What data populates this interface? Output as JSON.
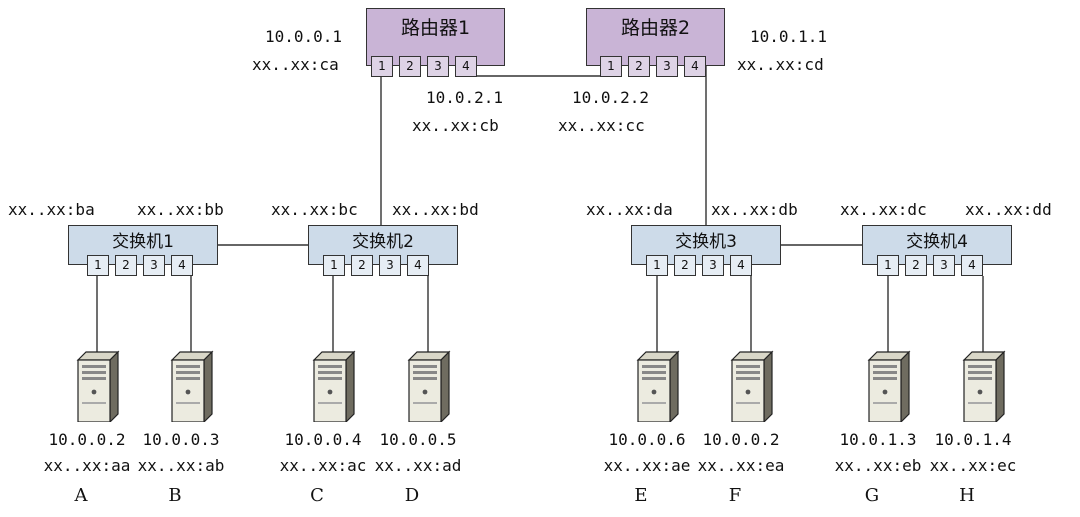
{
  "routers": [
    {
      "name": "路由器1",
      "ports": [
        "1",
        "2",
        "3",
        "4"
      ],
      "ip": "10.0.0.1",
      "mac": "xx..xx:ca"
    },
    {
      "name": "路由器2",
      "ports": [
        "1",
        "2",
        "3",
        "4"
      ],
      "ip": "10.0.1.1",
      "mac": "xx..xx:cd"
    }
  ],
  "router_link": [
    {
      "ip": "10.0.2.1",
      "mac": "xx..xx:cb"
    },
    {
      "ip": "10.0.2.2",
      "mac": "xx..xx:cc"
    }
  ],
  "switches": [
    {
      "name": "交换机1",
      "ports": [
        "1",
        "2",
        "3",
        "4"
      ]
    },
    {
      "name": "交换机2",
      "ports": [
        "1",
        "2",
        "3",
        "4"
      ]
    },
    {
      "name": "交换机3",
      "ports": [
        "1",
        "2",
        "3",
        "4"
      ]
    },
    {
      "name": "交换机4",
      "ports": [
        "1",
        "2",
        "3",
        "4"
      ]
    }
  ],
  "switch_macs": [
    "xx..xx:ba",
    "xx..xx:bb",
    "xx..xx:bc",
    "xx..xx:bd",
    "xx..xx:da",
    "xx..xx:db",
    "xx..xx:dc",
    "xx..xx:dd"
  ],
  "hosts": [
    {
      "letter": "A",
      "ip": "10.0.0.2",
      "mac": "xx..xx:aa"
    },
    {
      "letter": "B",
      "ip": "10.0.0.3",
      "mac": "xx..xx:ab"
    },
    {
      "letter": "C",
      "ip": "10.0.0.4",
      "mac": "xx..xx:ac"
    },
    {
      "letter": "D",
      "ip": "10.0.0.5",
      "mac": "xx..xx:ad"
    },
    {
      "letter": "E",
      "ip": "10.0.0.6",
      "mac": "xx..xx:ae"
    },
    {
      "letter": "F",
      "ip": "10.0.0.2",
      "mac": "xx..xx:ea"
    },
    {
      "letter": "G",
      "ip": "10.0.1.3",
      "mac": "xx..xx:eb"
    },
    {
      "letter": "H",
      "ip": "10.0.1.4",
      "mac": "xx..xx:ec"
    }
  ],
  "colors": {
    "router_fill": "#c9b4d6",
    "switch_fill": "#cddbe9",
    "line": "#333333"
  },
  "icons": {
    "host": "server-tower-icon"
  }
}
